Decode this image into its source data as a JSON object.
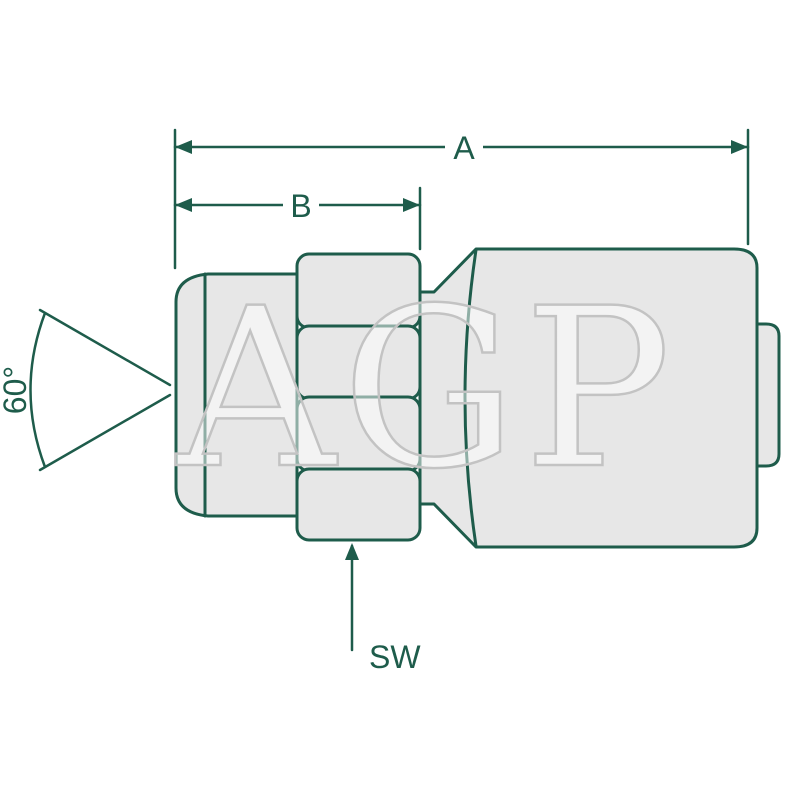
{
  "drawing": {
    "dimensions": {
      "overall_length_label": "A",
      "thread_length_label": "B",
      "wrench_size_label": "SW",
      "cone_angle_label": "60°"
    },
    "watermark": "AGP",
    "colors": {
      "line": "#1e5c4b",
      "body_fill": "#e7e7e7",
      "watermark_outline": "#c3c3c3",
      "background": "#ffffff"
    }
  }
}
